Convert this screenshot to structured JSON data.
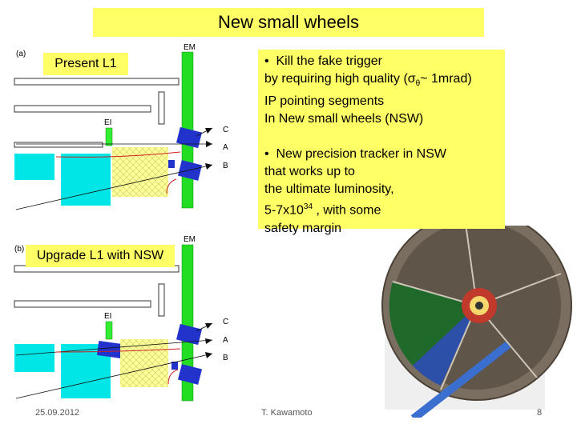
{
  "title": "New small wheels",
  "diagram_a": {
    "panel_label": "(a)",
    "caption": "Present L1",
    "label_em": "EM",
    "label_ei": "EI",
    "label_c": "C",
    "label_a": "A",
    "label_b": "B"
  },
  "diagram_b": {
    "panel_label": "(b)",
    "caption": "Upgrade L1 with NSW",
    "label_em": "EM",
    "label_ei": "EI",
    "label_c": "C",
    "label_a": "A",
    "label_b": "B"
  },
  "bullet1": {
    "marker": "•",
    "line1": "Kill the fake trigger",
    "line2_pre": "by requiring high quality (",
    "sigma": "σ",
    "theta_sub": "θ",
    "line2_post": "~ 1mrad)",
    "line3": "IP pointing segments",
    "line4": "In New small wheels (NSW)"
  },
  "bullet2": {
    "marker": "•",
    "line1": "New precision tracker in NSW",
    "line2": "that works up to",
    "line3": "the ultimate luminosity,",
    "line4_pre": "5-7x10",
    "line4_sup": "34",
    "line4_post": " , with some",
    "line5": "safety margin"
  },
  "footer": {
    "date": "25.09.2012",
    "author": "T. Kawamoto",
    "page": "8"
  },
  "colors": {
    "title_bg": "#ffff66",
    "em_green": "#22dd22",
    "ei_green": "#33ee33",
    "chamber_blue": "#2233cc",
    "cyan_block": "#00e5e5",
    "hatch_yellow": "#ffff99",
    "track_red": "#cc2222"
  }
}
